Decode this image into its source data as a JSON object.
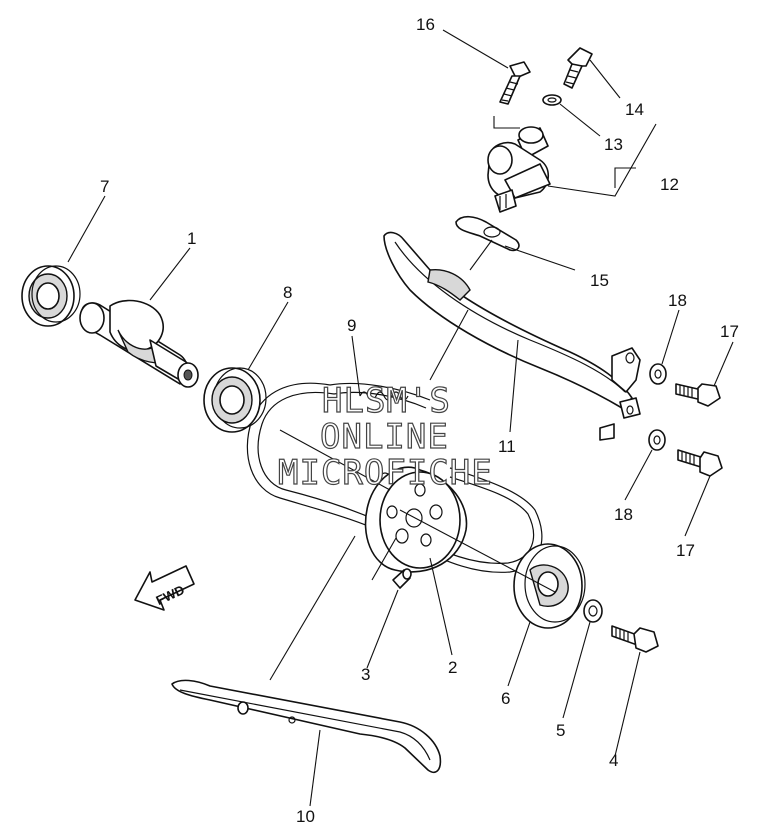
{
  "callouts": {
    "c1": "1",
    "c2": "2",
    "c3": "3",
    "c4": "4",
    "c5": "5",
    "c6": "6",
    "c7": "7",
    "c8": "8",
    "c9": "9",
    "c10": "10",
    "c11": "11",
    "c12": "12",
    "c13": "13",
    "c14": "14",
    "c15": "15",
    "c16": "16",
    "c17a": "17",
    "c17b": "17",
    "c18a": "18",
    "c18b": "18"
  },
  "direction_badge": "FWD",
  "watermark": {
    "line1": "HLSM'S",
    "line2": "ONLINE",
    "line3": "MICROFICHE"
  }
}
